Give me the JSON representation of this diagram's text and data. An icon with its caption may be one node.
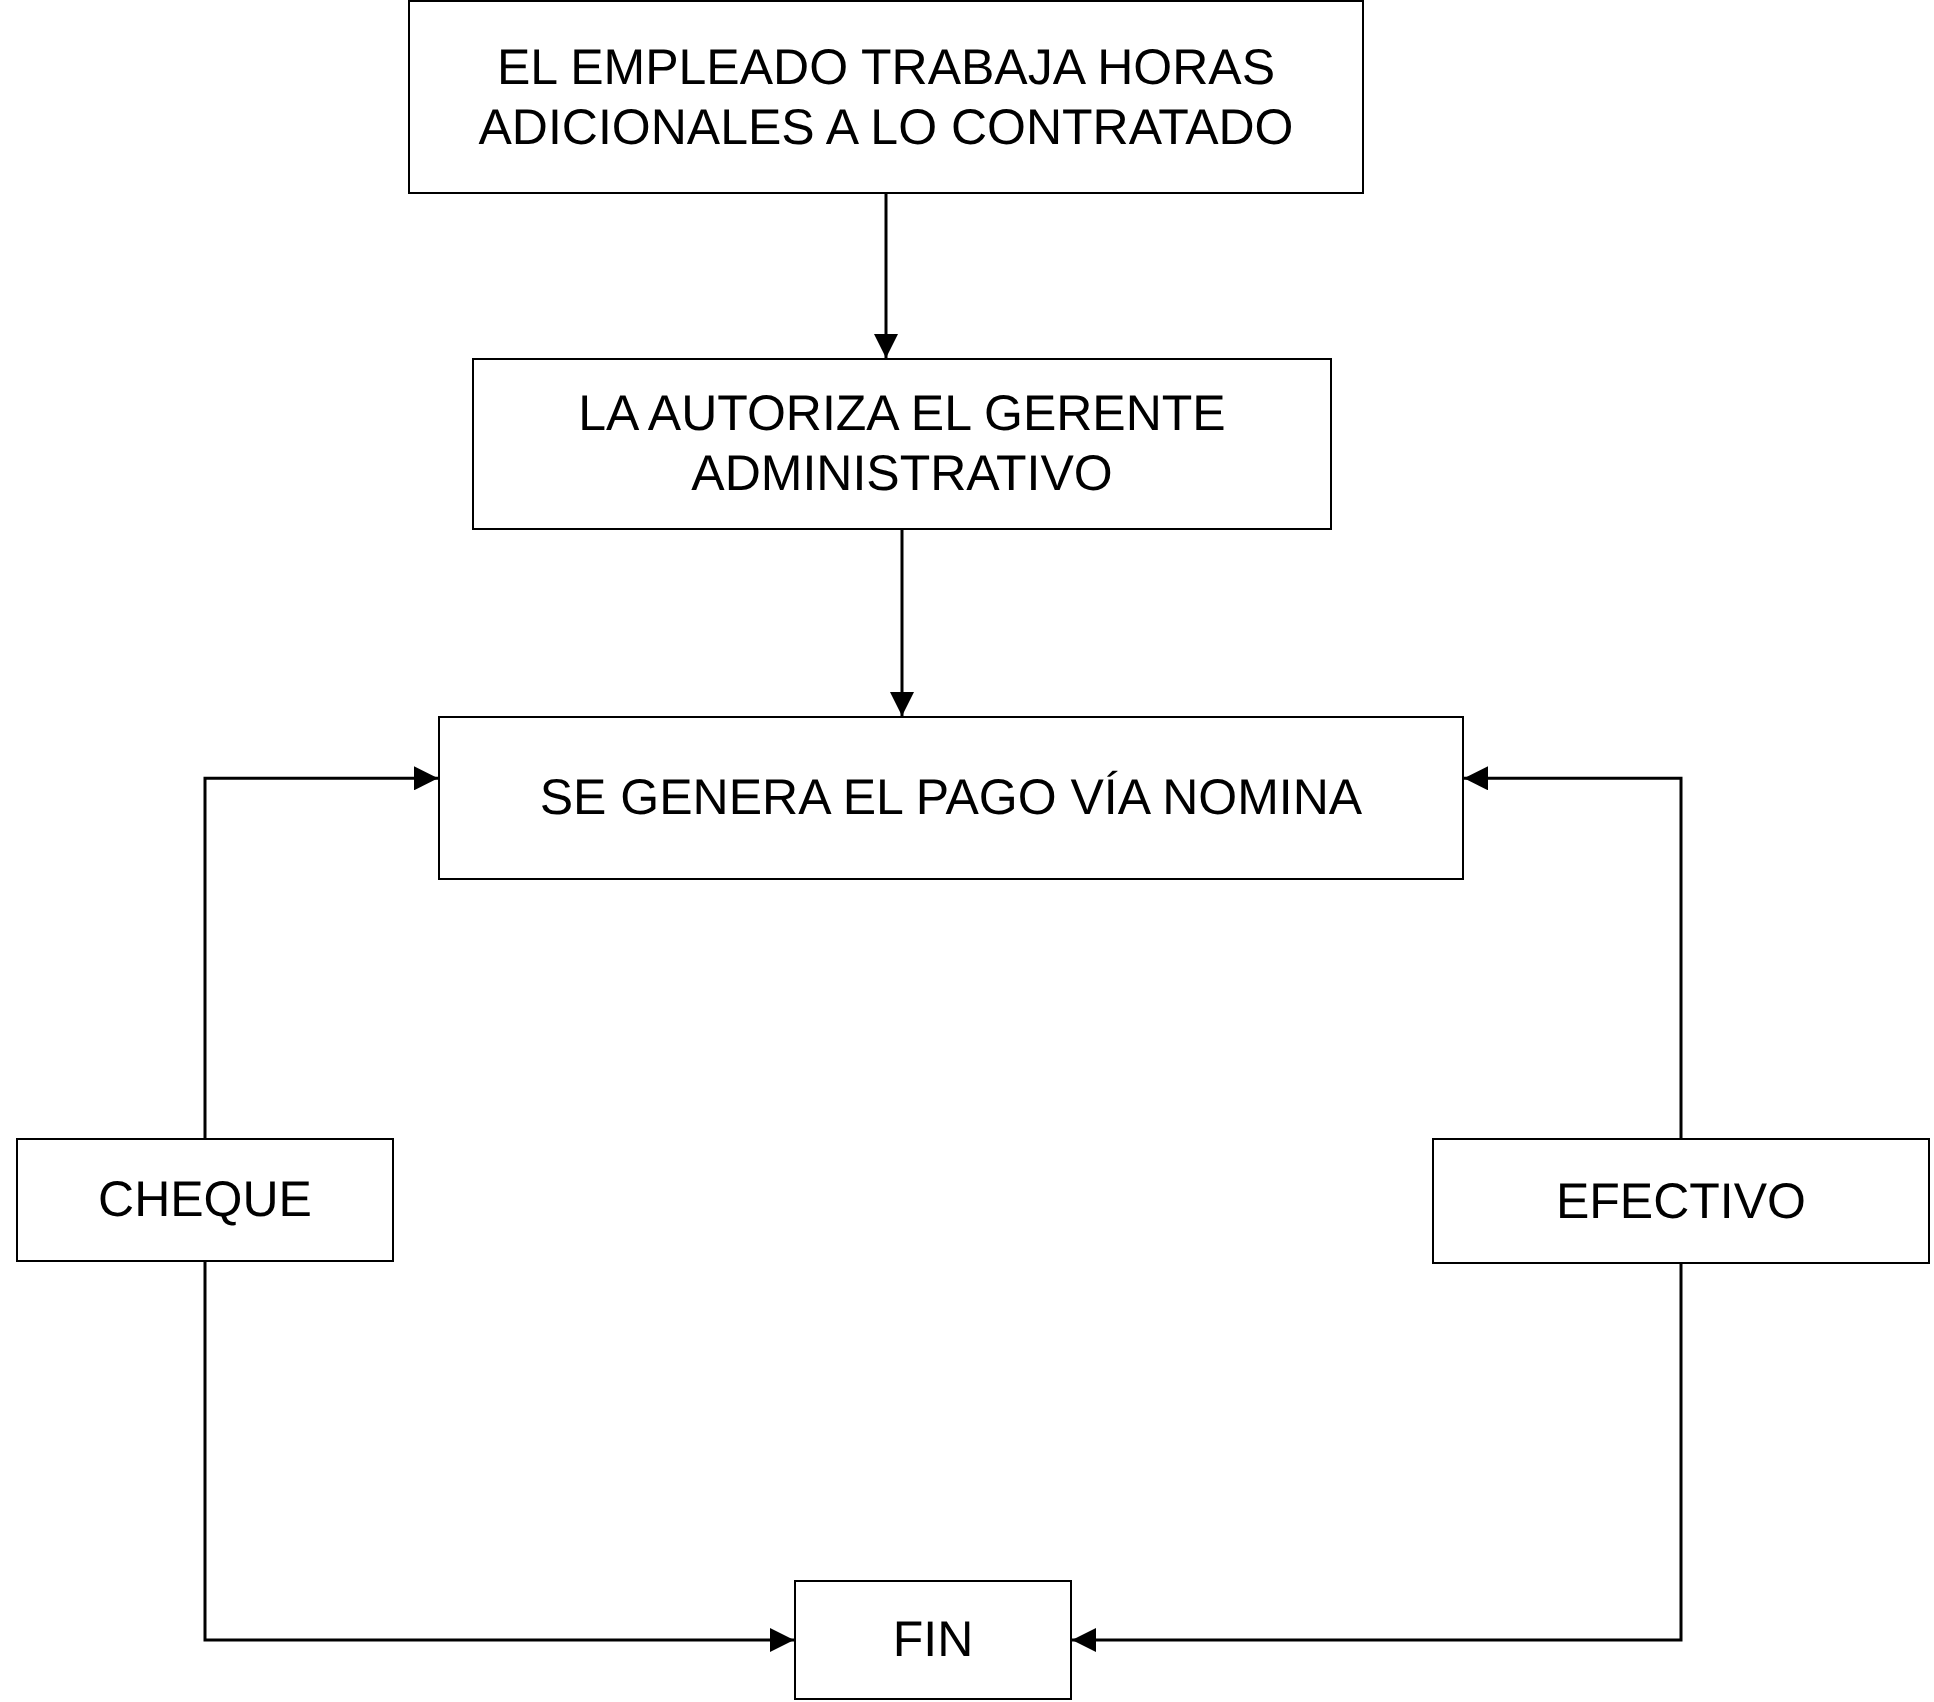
{
  "diagram": {
    "nodes": [
      {
        "text": [
          "EL EMPLEADO TRABAJA HORAS ADICIONALES A LO CONTRATADO"
        ]
      },
      {
        "text": [
          "LA AUTORIZA EL GERENTE ADMINISTRATIVO"
        ]
      },
      {
        "text": [
          "SE GENERA EL PAGO VÍA NOMINA"
        ]
      },
      {
        "text": [
          "CHEQUE"
        ]
      },
      {
        "text": [
          "EFECTIVO"
        ]
      },
      {
        "text": [
          "FIN"
        ]
      }
    ],
    "edges": [
      {
        "from": 0,
        "to": 1,
        "arrow": "to"
      },
      {
        "from": 1,
        "to": 2,
        "arrow": "to"
      },
      {
        "from": 3,
        "to": 2,
        "arrow": "to"
      },
      {
        "from": 4,
        "to": 2,
        "arrow": "to"
      },
      {
        "from": 3,
        "to": 5,
        "arrow": "to"
      },
      {
        "from": 4,
        "to": 5,
        "arrow": "to"
      }
    ]
  }
}
